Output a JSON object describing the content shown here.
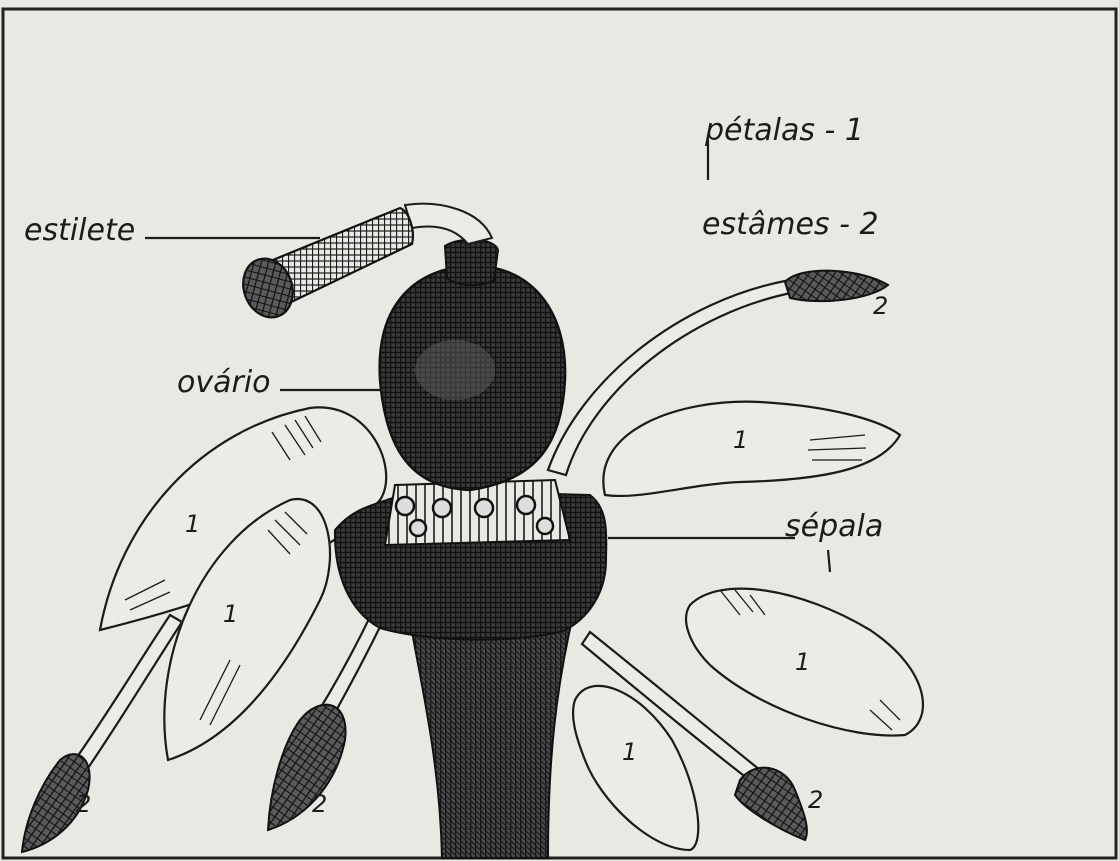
{
  "legend": {
    "petalas": "pétalas - 1",
    "estames": "estâmes - 2"
  },
  "labels": {
    "estilete": "estilete",
    "ovario": "ovário",
    "sepala": "sépala"
  },
  "numbers": {
    "petal": "1",
    "stamen": "2"
  },
  "colors": {
    "paper": "#e9e8e3",
    "ink": "#1b1b1b",
    "shade": "#2a2a2a"
  }
}
